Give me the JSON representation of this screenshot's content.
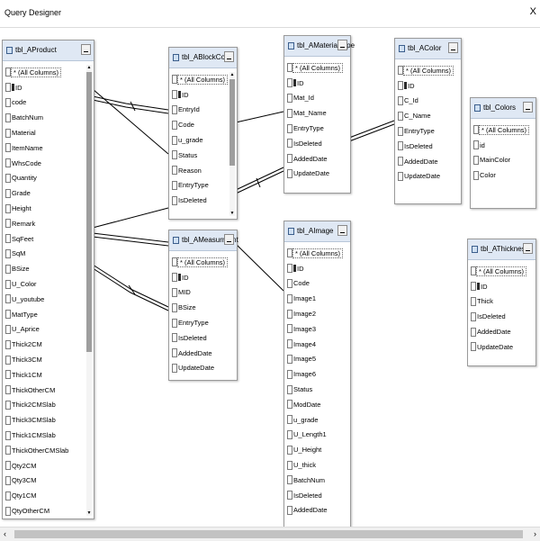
{
  "window": {
    "title": "Query Designer",
    "close_glyph": "X"
  },
  "scroll": {
    "left_glyph": "‹",
    "right_glyph": "›"
  },
  "tables": [
    {
      "name": "tbl_AProduct",
      "scroll": true,
      "columns": [
        {
          "label": "* (All Columns)",
          "all": true
        },
        {
          "label": "ID",
          "key": true
        },
        {
          "label": "code"
        },
        {
          "label": "BatchNum"
        },
        {
          "label": "Material"
        },
        {
          "label": "ItemName"
        },
        {
          "label": "WhsCode"
        },
        {
          "label": "Quantity"
        },
        {
          "label": "Grade"
        },
        {
          "label": "Height"
        },
        {
          "label": "Remark"
        },
        {
          "label": "SqFeet"
        },
        {
          "label": "SqM"
        },
        {
          "label": "BSize"
        },
        {
          "label": "U_Color"
        },
        {
          "label": "U_youtube"
        },
        {
          "label": "MatType"
        },
        {
          "label": "U_Aprice"
        },
        {
          "label": "Thick2CM"
        },
        {
          "label": "Thick3CM"
        },
        {
          "label": "Thick1CM"
        },
        {
          "label": "ThickOtherCM"
        },
        {
          "label": "Thick2CMSlab"
        },
        {
          "label": "Thick3CMSlab"
        },
        {
          "label": "Thick1CMSlab"
        },
        {
          "label": "ThickOtherCMSlab"
        },
        {
          "label": "Qty2CM"
        },
        {
          "label": "Qty3CM"
        },
        {
          "label": "Qty1CM"
        },
        {
          "label": "QtyOtherCM"
        }
      ]
    },
    {
      "name": "tbl_ABlockCode",
      "scroll": true,
      "columns": [
        {
          "label": "* (All Columns)",
          "all": true
        },
        {
          "label": "ID",
          "key": true
        },
        {
          "label": "EntryId"
        },
        {
          "label": "Code"
        },
        {
          "label": "u_grade"
        },
        {
          "label": "Status"
        },
        {
          "label": "Reason"
        },
        {
          "label": "EntryType"
        },
        {
          "label": "IsDeleted"
        }
      ]
    },
    {
      "name": "tbl_AMaterialType",
      "scroll": false,
      "columns": [
        {
          "label": "* (All Columns)",
          "all": true
        },
        {
          "label": "ID",
          "key": true
        },
        {
          "label": "Mat_Id"
        },
        {
          "label": "Mat_Name"
        },
        {
          "label": "EntryType"
        },
        {
          "label": "IsDeleted"
        },
        {
          "label": "AddedDate"
        },
        {
          "label": "UpdateDate"
        }
      ]
    },
    {
      "name": "tbl_AColor",
      "scroll": false,
      "columns": [
        {
          "label": "* (All Columns)",
          "all": true
        },
        {
          "label": "ID",
          "key": true
        },
        {
          "label": "C_Id"
        },
        {
          "label": "C_Name"
        },
        {
          "label": "EntryType"
        },
        {
          "label": "IsDeleted"
        },
        {
          "label": "AddedDate"
        },
        {
          "label": "UpdateDate"
        }
      ]
    },
    {
      "name": "tbl_Colors",
      "scroll": false,
      "columns": [
        {
          "label": "* (All Columns)",
          "all": true
        },
        {
          "label": "id"
        },
        {
          "label": "MainColor"
        },
        {
          "label": "Color"
        }
      ]
    },
    {
      "name": "tbl_AMeasurment",
      "scroll": false,
      "columns": [
        {
          "label": "* (All Columns)",
          "all": true
        },
        {
          "label": "ID",
          "key": true
        },
        {
          "label": "MID"
        },
        {
          "label": "BSize"
        },
        {
          "label": "EntryType"
        },
        {
          "label": "IsDeleted"
        },
        {
          "label": "AddedDate"
        },
        {
          "label": "UpdateDate"
        }
      ]
    },
    {
      "name": "tbl_AImage",
      "scroll": false,
      "columns": [
        {
          "label": "* (All Columns)",
          "all": true
        },
        {
          "label": "ID",
          "key": true
        },
        {
          "label": "Code"
        },
        {
          "label": "Image1"
        },
        {
          "label": "Image2"
        },
        {
          "label": "Image3"
        },
        {
          "label": "Image4"
        },
        {
          "label": "Image5"
        },
        {
          "label": "Image6"
        },
        {
          "label": "Status"
        },
        {
          "label": "ModDate"
        },
        {
          "label": "u_grade"
        },
        {
          "label": "U_Length1"
        },
        {
          "label": "U_Height"
        },
        {
          "label": "U_thick"
        },
        {
          "label": "BatchNum"
        },
        {
          "label": "IsDeleted"
        },
        {
          "label": "AddedDate"
        }
      ]
    },
    {
      "name": "tbl_AThickness",
      "scroll": false,
      "columns": [
        {
          "label": "* (All Columns)",
          "all": true
        },
        {
          "label": "ID",
          "key": true
        },
        {
          "label": "Thick"
        },
        {
          "label": "IsDeleted"
        },
        {
          "label": "AddedDate"
        },
        {
          "label": "UpdateDate"
        }
      ]
    }
  ]
}
